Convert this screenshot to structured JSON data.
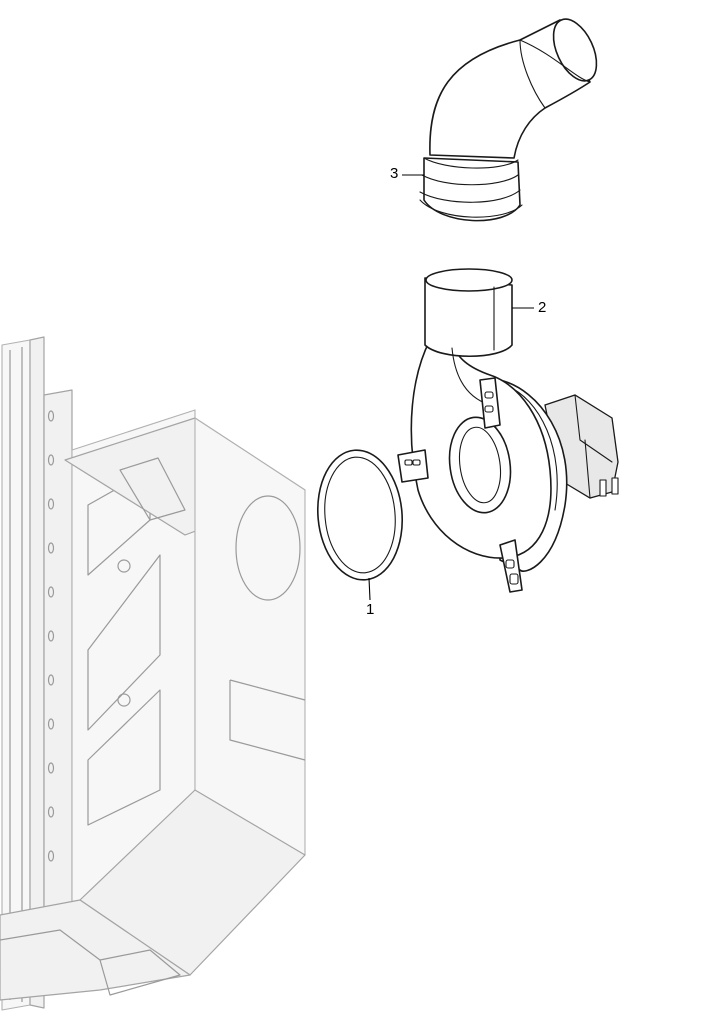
{
  "callouts": {
    "gasket": "1",
    "fan_housing": "2",
    "elbow": "3"
  }
}
